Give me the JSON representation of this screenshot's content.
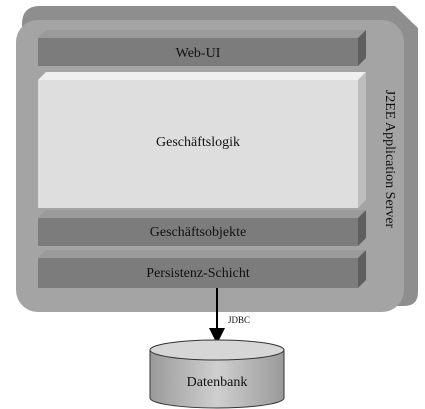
{
  "server": {
    "label": "J2EE Application Server"
  },
  "layers": {
    "web_ui": "Web-UI",
    "geschaeftslogik": "Geschäftslogik",
    "geschaeftsobjekte": "Geschäftsobjekte",
    "persistenz": "Persistenz-Schicht"
  },
  "connection": {
    "label": "JDBC"
  },
  "database": {
    "label": "Datenbank"
  },
  "colors": {
    "server_fill": "#a4a4a4",
    "layer_dark": "#7c7c7c",
    "layer_light": "#dedede",
    "database_fill": "#bdbdbd"
  }
}
